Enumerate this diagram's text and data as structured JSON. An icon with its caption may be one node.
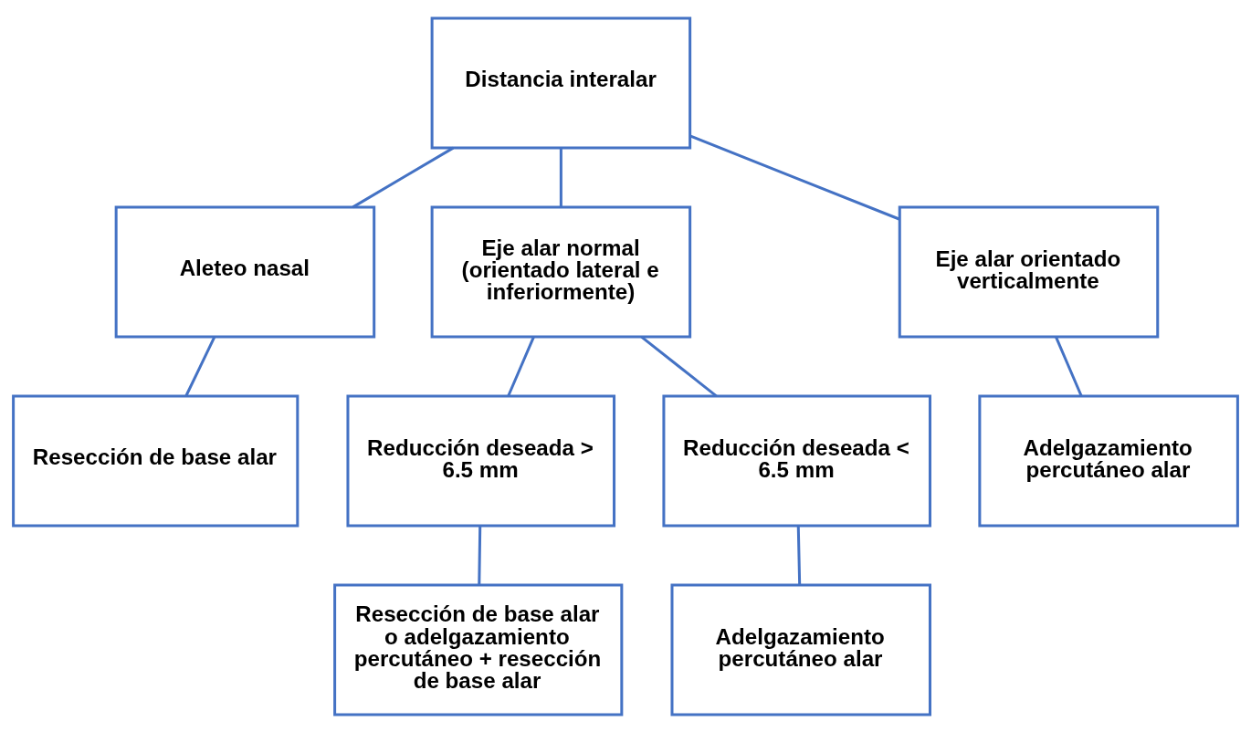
{
  "diagram": {
    "nodes": [
      {
        "text": [
          "Distancia interalar"
        ]
      },
      {
        "text": [
          "Aleteo nasal"
        ]
      },
      {
        "text": [
          "Eje alar normal (orientado lateral e inferiormente)"
        ]
      },
      {
        "text": [
          "Eje alar orientado verticalmente"
        ]
      },
      {
        "text": [
          "Resección de base alar"
        ]
      },
      {
        "text": [
          "Reducción deseada > 6.5 mm"
        ]
      },
      {
        "text": [
          "Reducción deseada < 6.5 mm"
        ]
      },
      {
        "text": [
          "Adelgazamiento percutáneo alar"
        ]
      },
      {
        "text": [
          "Resección de base alar o adelgazamiento percutáneo + resección de base alar"
        ]
      },
      {
        "text": [
          "Adelgazamiento percutáneo alar"
        ]
      }
    ],
    "edges": [
      {
        "from": 0,
        "to": 1,
        "arrow": "none"
      },
      {
        "from": 0,
        "to": 2,
        "arrow": "none"
      },
      {
        "from": 0,
        "to": 3,
        "arrow": "none"
      },
      {
        "from": 1,
        "to": 4,
        "arrow": "none"
      },
      {
        "from": 2,
        "to": 5,
        "arrow": "none"
      },
      {
        "from": 2,
        "to": 6,
        "arrow": "none"
      },
      {
        "from": 3,
        "to": 7,
        "arrow": "none"
      },
      {
        "from": 5,
        "to": 8,
        "arrow": "none"
      },
      {
        "from": 6,
        "to": 9,
        "arrow": "none"
      }
    ]
  }
}
